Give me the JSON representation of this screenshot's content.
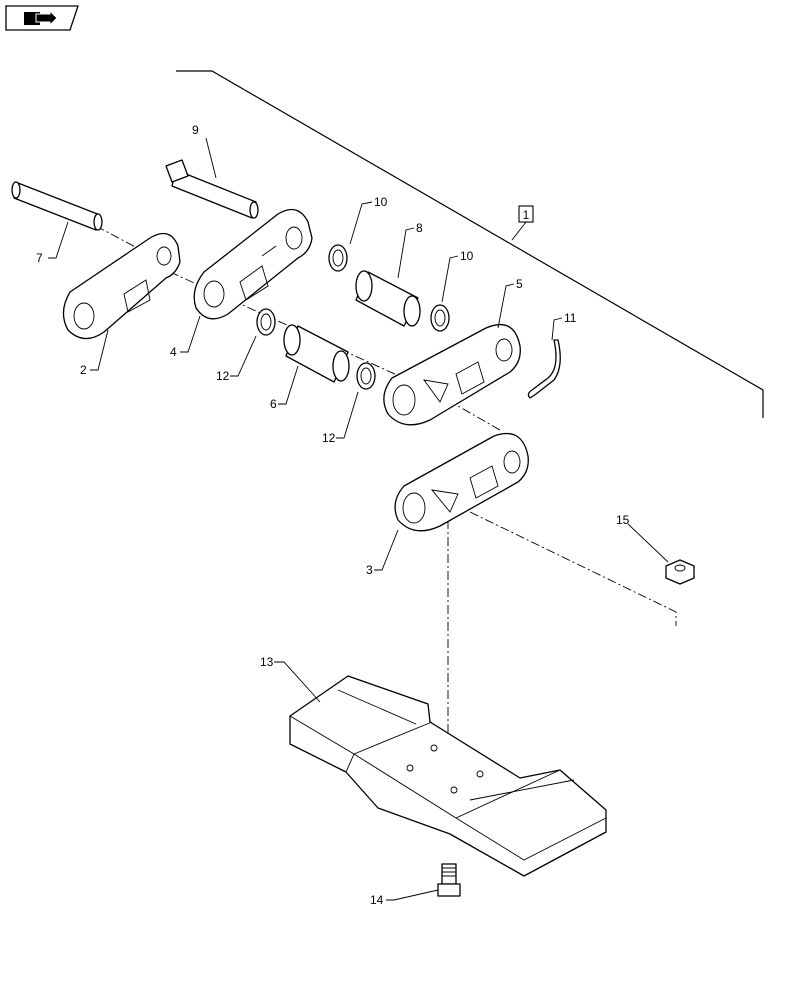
{
  "nav": {
    "icon": "back-arrow-book-icon"
  },
  "group_label": "1",
  "callouts": {
    "c2": "2",
    "c3": "3",
    "c4": "4",
    "c5": "5",
    "c6": "6",
    "c7": "7",
    "c8": "8",
    "c9": "9",
    "c10a": "10",
    "c10b": "10",
    "c11": "11",
    "c12a": "12",
    "c12b": "12",
    "c13": "13",
    "c14": "14",
    "c15": "15"
  }
}
